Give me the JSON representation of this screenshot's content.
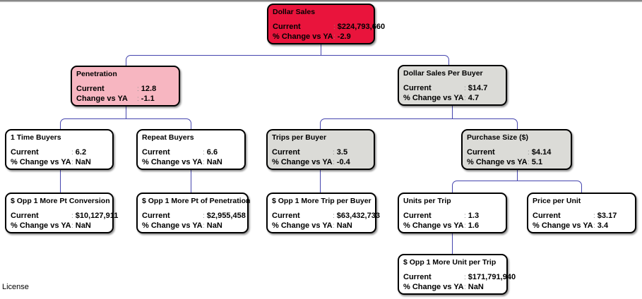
{
  "separator": ":",
  "license_label": "License",
  "colors": {
    "root_box": "#E9143C",
    "penetration_box": "#F7B6C1",
    "gray_box": "#DBDBD7",
    "connector_line": "#4545AE",
    "box_border": "#000000",
    "text": "#000000",
    "background": "#FFFFFF"
  },
  "nodes": [
    {
      "id": "dollar-sales",
      "title": "Dollar Sales",
      "variant": "red",
      "rows": [
        {
          "label": "Current",
          "value": "$224,793,660"
        },
        {
          "label": "% Change vs YA",
          "value": "-2.9"
        }
      ]
    },
    {
      "id": "penetration",
      "title": "Penetration",
      "variant": "pink",
      "rows": [
        {
          "label": "Current",
          "value": "12.8"
        },
        {
          "label": "Change vs YA",
          "value": "-1.1"
        }
      ]
    },
    {
      "id": "dollar-sales-per-buyer",
      "title": "Dollar Sales Per Buyer",
      "variant": "gray",
      "rows": [
        {
          "label": "Current",
          "value": "$14.7"
        },
        {
          "label": "% Change vs YA",
          "value": "4.7"
        }
      ]
    },
    {
      "id": "one-time-buyers",
      "title": "1 Time Buyers",
      "variant": "white",
      "rows": [
        {
          "label": "Current",
          "value": "6.2"
        },
        {
          "label": "% Change vs YA",
          "value": "NaN"
        }
      ]
    },
    {
      "id": "repeat-buyers",
      "title": "Repeat Buyers",
      "variant": "white",
      "rows": [
        {
          "label": "Current",
          "value": "6.6"
        },
        {
          "label": "% Change vs YA",
          "value": "NaN"
        }
      ]
    },
    {
      "id": "trips-per-buyer",
      "title": "Trips per Buyer",
      "variant": "gray",
      "rows": [
        {
          "label": "Current",
          "value": "3.5"
        },
        {
          "label": "% Change vs YA",
          "value": "-0.4"
        }
      ]
    },
    {
      "id": "purchase-size",
      "title": "Purchase Size ($)",
      "variant": "gray",
      "rows": [
        {
          "label": "Current",
          "value": "$4.14"
        },
        {
          "label": "% Change vs YA",
          "value": "5.1"
        }
      ]
    },
    {
      "id": "opp-1-more-pt-conversion",
      "title": "$ Opp 1 More Pt Conversion",
      "variant": "white",
      "rows": [
        {
          "label": "Current",
          "value": "$10,127,911"
        },
        {
          "label": "% Change vs YA",
          "value": "NaN"
        }
      ]
    },
    {
      "id": "opp-1-more-pt-of-penetration",
      "title": "$ Opp 1 More Pt of Penetration",
      "variant": "white",
      "rows": [
        {
          "label": "Current",
          "value": "$2,955,458"
        },
        {
          "label": "% Change vs YA",
          "value": "NaN"
        }
      ]
    },
    {
      "id": "opp-1-more-trip-per-buyer",
      "title": "$ Opp 1 More Trip per Buyer",
      "variant": "white",
      "rows": [
        {
          "label": "Current",
          "value": "$63,432,733"
        },
        {
          "label": "% Change vs YA",
          "value": "NaN"
        }
      ]
    },
    {
      "id": "units-per-trip",
      "title": "Units per Trip",
      "variant": "white",
      "rows": [
        {
          "label": "Current",
          "value": "1.3"
        },
        {
          "label": "% Change vs YA",
          "value": "1.6"
        }
      ]
    },
    {
      "id": "price-per-unit",
      "title": "Price per Unit",
      "variant": "white",
      "rows": [
        {
          "label": "Current",
          "value": "$3.17"
        },
        {
          "label": "% Change vs YA",
          "value": "3.4"
        }
      ]
    },
    {
      "id": "opp-1-more-unit-per-trip",
      "title": "$ Opp 1 More Unit per Trip",
      "variant": "white",
      "rows": [
        {
          "label": "Current",
          "value": "$171,791,940"
        },
        {
          "label": "% Change vs YA",
          "value": "NaN"
        }
      ]
    }
  ],
  "hierarchy": {
    "dollar-sales": [
      "penetration",
      "dollar-sales-per-buyer"
    ],
    "penetration": [
      "one-time-buyers",
      "repeat-buyers"
    ],
    "dollar-sales-per-buyer": [
      "trips-per-buyer",
      "purchase-size"
    ],
    "one-time-buyers": [
      "opp-1-more-pt-conversion"
    ],
    "repeat-buyers": [
      "opp-1-more-pt-of-penetration"
    ],
    "trips-per-buyer": [
      "opp-1-more-trip-per-buyer"
    ],
    "purchase-size": [
      "units-per-trip",
      "price-per-unit"
    ],
    "units-per-trip": [
      "opp-1-more-unit-per-trip"
    ]
  }
}
